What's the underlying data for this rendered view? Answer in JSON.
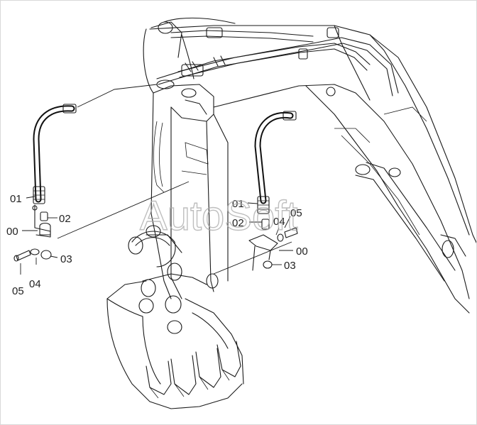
{
  "diagram": {
    "watermark": "AutoSoft",
    "left_group": {
      "hose": "01",
      "fitting": "02",
      "bracket": "00",
      "nut": "03",
      "washer": "04",
      "bolt": "05"
    },
    "right_group": {
      "hose": "01",
      "fitting": "02",
      "washer": "04",
      "bolt": "05",
      "bracket": "00",
      "nut": "03"
    }
  }
}
